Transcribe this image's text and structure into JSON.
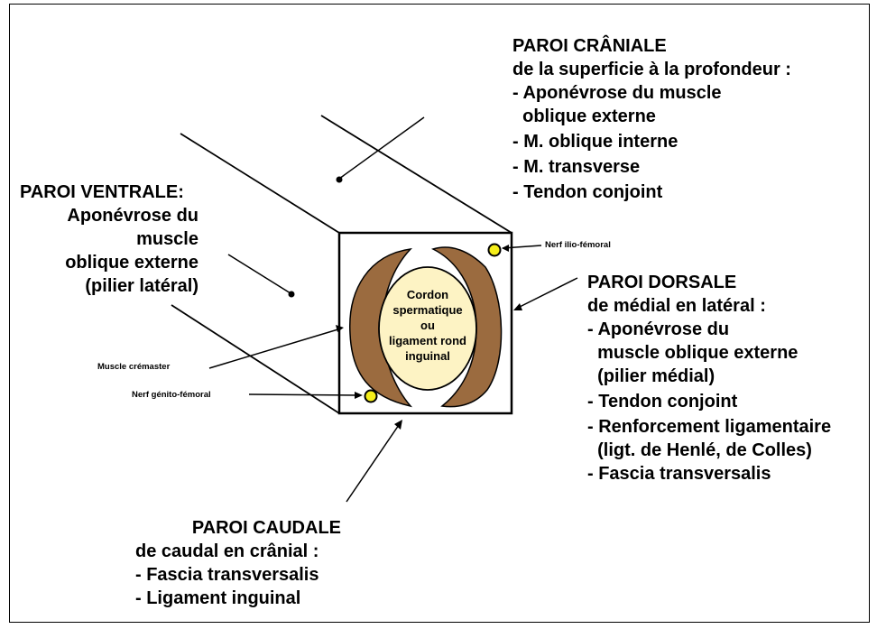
{
  "colors": {
    "muscle": "#9b6b3f",
    "cord": "#fdf3c4",
    "nerve_fill": "#f5ee1a",
    "line": "#000000"
  },
  "cranial": {
    "title": "PAROI CRÂNIALE",
    "subtitle": "de la superficie à la profondeur :",
    "items": [
      "- Aponévrose du muscle",
      "  oblique externe",
      "- M. oblique interne",
      "- M. transverse",
      "- Tendon conjoint"
    ]
  },
  "ventral": {
    "title": "PAROI VENTRALE:",
    "lines": [
      "Aponévrose du",
      "muscle",
      "oblique externe",
      "(pilier latéral)"
    ]
  },
  "dorsal": {
    "title": "PAROI DORSALE",
    "subtitle": "de médial en latéral :",
    "items": [
      "- Aponévrose du",
      "  muscle oblique externe",
      "  (pilier médial)",
      "- Tendon conjoint",
      "- Renforcement ligamentaire",
      "  (ligt. de Henlé, de Colles)",
      "- Fascia transversalis"
    ]
  },
  "caudal": {
    "title": "PAROI CAUDALE",
    "subtitle": "de caudal en crânial :",
    "items": [
      "- Fascia transversalis",
      "- Ligament inguinal"
    ]
  },
  "center_label": [
    "Cordon",
    "spermatique",
    "ou",
    "ligament rond",
    "inguinal"
  ],
  "labels": {
    "ilio_femoral": "Nerf ilio-fémoral",
    "cremaster": "Muscle crémaster",
    "genito_femoral": "Nerf génito-fémoral"
  }
}
